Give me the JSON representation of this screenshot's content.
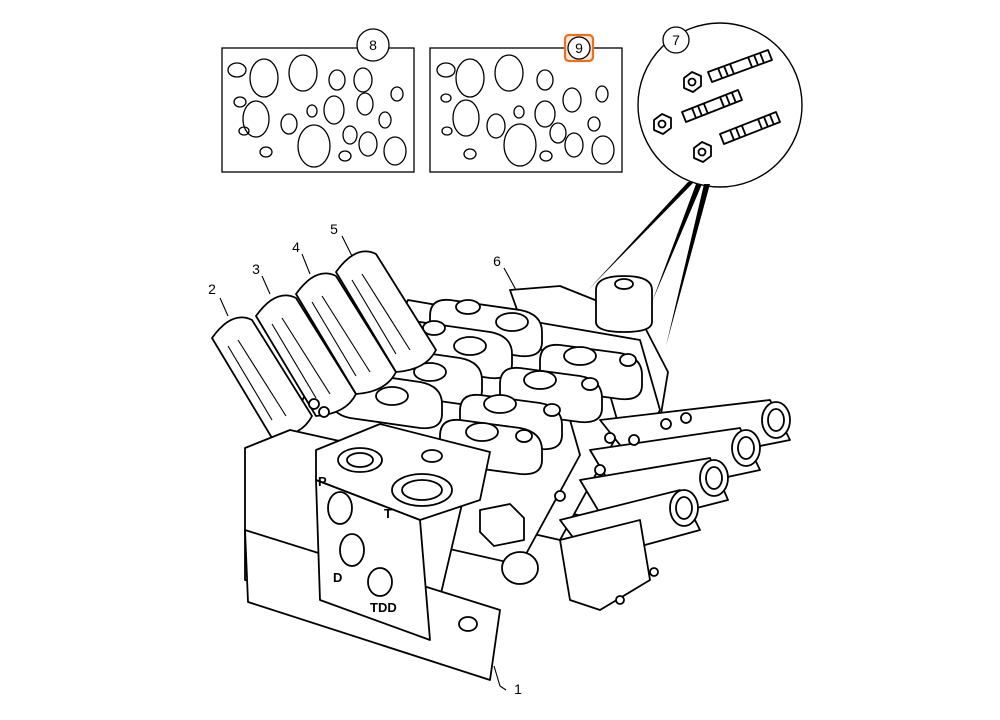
{
  "diagram": {
    "callouts": {
      "c1": "1",
      "c2": "2",
      "c3": "3",
      "c4": "4",
      "c5": "5",
      "c6": "6",
      "c7": "7",
      "c8": "8",
      "c9": "9"
    },
    "port_labels": {
      "p": "P",
      "t": "T",
      "d": "D",
      "tdd": "TDD"
    },
    "highlight_color": "#e8711f"
  }
}
